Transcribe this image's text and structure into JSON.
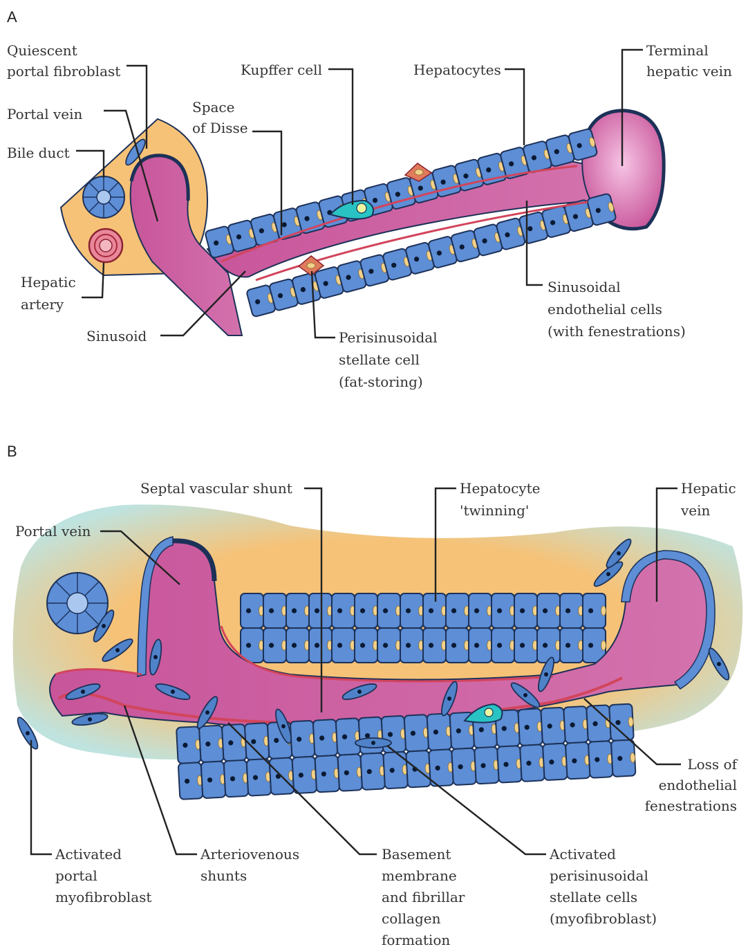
{
  "panels": [
    {
      "letter": "A",
      "labels": {
        "quiescent_fibroblast": [
          "Quiescent",
          "portal fibroblast"
        ],
        "portal_vein": [
          "Portal vein"
        ],
        "bile_duct": [
          "Bile duct"
        ],
        "hepatic_artery": [
          "Hepatic",
          "artery"
        ],
        "space_of_disse": [
          "Space",
          "of Disse"
        ],
        "kupffer_cell": [
          "Kupffer cell"
        ],
        "hepatocytes": [
          "Hepatocytes"
        ],
        "terminal_hepatic_vein": [
          "Terminal",
          "hepatic vein"
        ],
        "sinusoid": [
          "Sinusoid"
        ],
        "perisinusoidal_stellate": [
          "Perisinusoidal",
          "stellate cell",
          "(fat-storing)"
        ],
        "sinusoidal_endothelial": [
          "Sinusoidal",
          "endothelial cells",
          "(with fenestrations)"
        ]
      }
    },
    {
      "letter": "B",
      "labels": {
        "septal_shunt": [
          "Septal vascular shunt"
        ],
        "hepatocyte_twinning": [
          "Hepatocyte",
          "'twinning'"
        ],
        "hepatic_vein": [
          "Hepatic",
          "vein"
        ],
        "portal_vein": [
          "Portal vein"
        ],
        "loss_fenestrations": [
          "Loss of",
          "endothelial",
          "fenestrations"
        ],
        "activated_portal_myofibroblast": [
          "Activated",
          "portal",
          "myofibroblast"
        ],
        "arteriovenous_shunts": [
          "Arteriovenous",
          "shunts"
        ],
        "basement_membrane": [
          "Basement",
          "membrane",
          "and fibrillar",
          "collagen",
          "formation"
        ],
        "activated_stellate": [
          "Activated",
          "perisinusoidal",
          "stellate cells",
          "(myofibroblast)"
        ]
      }
    }
  ],
  "colors": {
    "hepatocyte": "#5d8ed6",
    "cell_outline": "#1d3158",
    "lumen": "#c8559a",
    "lumen_light": "#f2b6dd",
    "portal_tract": "#f6c277",
    "fibrosis_outer": "#bfe3df",
    "kupffer": "#29c3c3",
    "fat_droplet": "#f2d18a",
    "basement_membrane": "#d2455c"
  }
}
